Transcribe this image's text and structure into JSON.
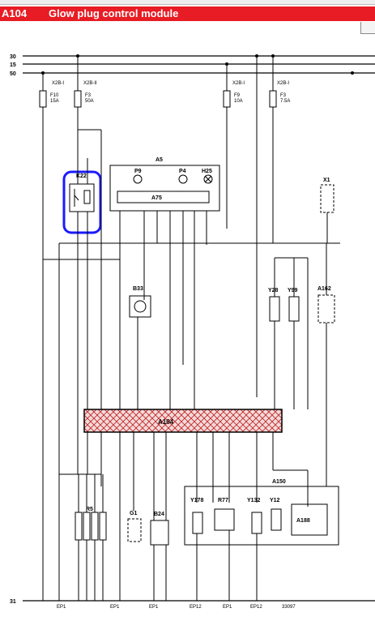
{
  "header": {
    "code": "A104",
    "title": "Glow plug control module",
    "accent": "#e81c24"
  },
  "rails": {
    "top": [
      "30",
      "15",
      "50"
    ],
    "bottom": "31"
  },
  "fuses": [
    {
      "id": "F10",
      "rating": "15A",
      "conn": "X2B-I"
    },
    {
      "id": "F3",
      "rating": "50A",
      "conn": "X2B-II"
    },
    {
      "id": "F9",
      "rating": "10A",
      "conn": "X2B-I"
    },
    {
      "id": "F3",
      "rating": "7.5A",
      "conn": "X2B-I"
    }
  ],
  "components": {
    "K22": "K22",
    "A5": "A5",
    "P9": "P9",
    "P4": "P4",
    "H25": "H25",
    "A75": "A75",
    "X1": "X1",
    "B33": "B33",
    "Y28": "Y28",
    "Y99": "Y99",
    "A162": "A162",
    "A104": "A104",
    "R5": "R5",
    "G1": "G1",
    "B24": "B24",
    "A150": "A150",
    "Y178": "Y178",
    "R77": "R77",
    "Y132": "Y132",
    "Y12": "Y12",
    "A188": "A188"
  },
  "ground_labels": [
    "EP1",
    "EP1",
    "EP1",
    "EP12",
    "EP1",
    "EP12"
  ],
  "drawing_number": "33097",
  "colors": {
    "line": "#000000",
    "highlight": "#1a1aff",
    "hatch": "#c02020",
    "hatch_bg": "#f3dada"
  }
}
